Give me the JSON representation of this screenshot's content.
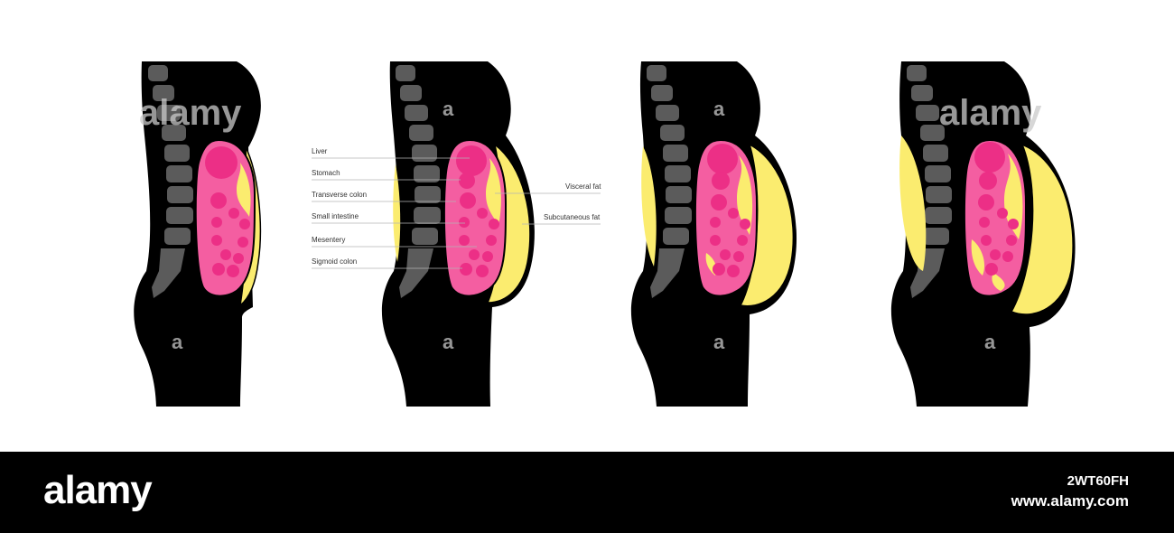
{
  "colors": {
    "body": "#000000",
    "spine": "#5b5b5b",
    "organ": "#f45ea1",
    "organ_dark": "#ec2f86",
    "fat": "#fbec6f",
    "background": "#ffffff",
    "footer": "#000000"
  },
  "labels": {
    "liver": "Liver",
    "stomach": "Stomach",
    "transverse_colon": "Transverse colon",
    "small_intestine": "Small intestine",
    "mesentery": "Mesentery",
    "sigmoid_colon": "Sigmoid colon",
    "visceral_fat": "Visceral fat",
    "subcutaneous_fat": "Subcutaneous fat"
  },
  "watermark": {
    "text": "alamy",
    "letter": "a"
  },
  "footer": {
    "logo": "alamy",
    "image_id": "2WT60FH",
    "url": "www.alamy.com"
  }
}
